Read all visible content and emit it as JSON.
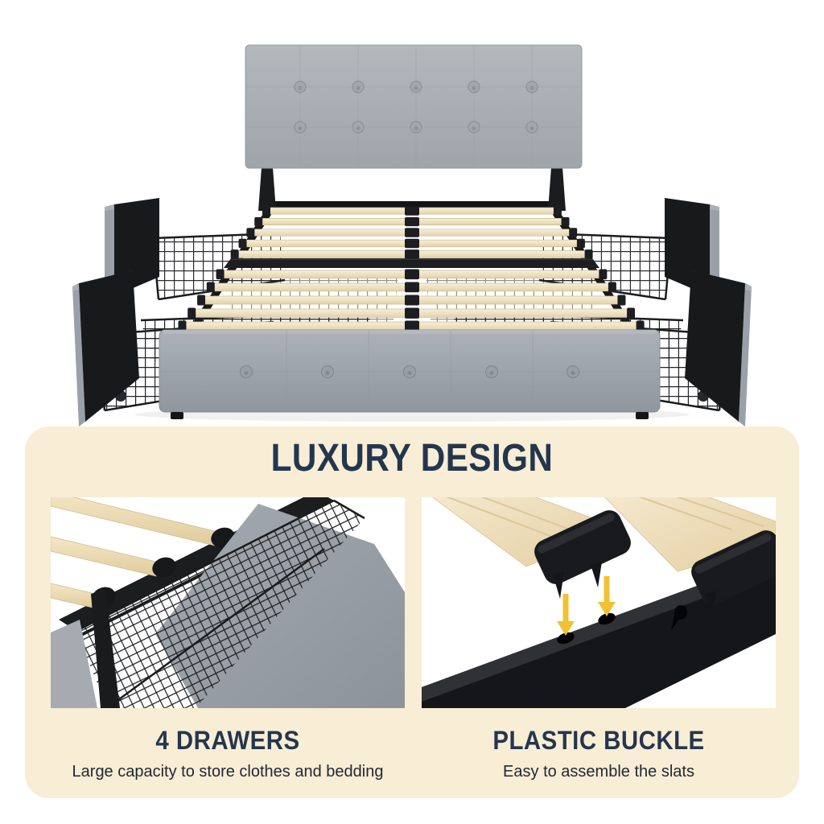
{
  "hero": {
    "name": "bed-with-4-storage-drawers-photo"
  },
  "panel": {
    "title": "LUXURY DESIGN",
    "features": [
      {
        "photo": "drawer-closeup-photo",
        "name": "4 DRAWERS",
        "description": "Large capacity to store clothes and bedding"
      },
      {
        "photo": "plastic-buckle-closeup-photo",
        "name": "PLASTIC BUCKLE",
        "description": "Easy to assemble the slats"
      }
    ]
  },
  "icons": [
    {
      "name": "down-arrow-icon",
      "color": "#f0c232",
      "count": 2
    }
  ],
  "colors": {
    "page_bg": "#ffffff",
    "panel_bg": "#f8edd5",
    "heading_navy": "#24364e",
    "body_text": "#202834",
    "fabric_gray": "#a7acb2",
    "fabric_gray_dark": "#9aa0a7",
    "wood_slat": "#ecdcb4",
    "metal_black": "#1b1c1e",
    "arrow_yellow": "#f0c232"
  }
}
